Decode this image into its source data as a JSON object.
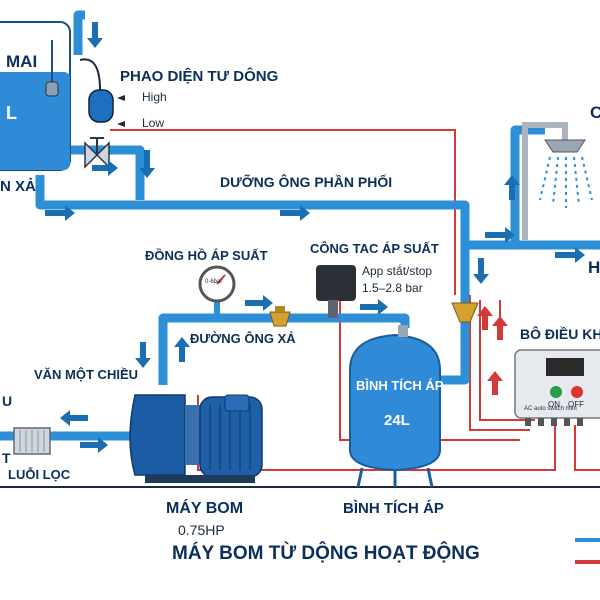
{
  "tank": {
    "name_part": "MAI",
    "volume_part": "L",
    "drain_part": "N XẢ"
  },
  "float_switch": {
    "label": "PHAO DIỆN TƯ DÔNG",
    "high": "High",
    "low": "Low"
  },
  "distribution_pipe": {
    "label": "DƯỠNG ÔNG PHẦN PHỐI"
  },
  "pressure_gauge": {
    "label": "ĐỒNG HỒ ÁP SUẤT",
    "dial_text": "0-6bar"
  },
  "pressure_switch": {
    "label": "CÔNG TAC ÁP SUẤT",
    "line1": "App stắt/stop",
    "line2": "1.5–2.8 bar"
  },
  "outlet_pipe": {
    "label": "ĐƯỜNG ÔNG XẢ"
  },
  "check_valve": {
    "label": "VĂN MỘT CHIỀU"
  },
  "pressure_tank": {
    "title": "BÌNH TÍCH ÁP",
    "volume": "24L",
    "caption": "BÌNH TÍCH ÁP"
  },
  "controller": {
    "label": "BÔ ĐIỀU KH",
    "on": "ON",
    "off": "OFF",
    "model": "AC auto switch mini"
  },
  "pump": {
    "caption": "MÁY BOM",
    "power": "0.75HP"
  },
  "strainer": {
    "label": "LUỖI LỌC",
    "side_left": "U",
    "side_letter": "T"
  },
  "house": {
    "letter": "H"
  },
  "shower": {
    "letter": "C"
  },
  "title": "MÁY BOM TỪ DỘNG HOẠT ĐỘNG",
  "colors": {
    "pipe": "#2d8fd6",
    "pipe_dark": "#1b6fb0",
    "wire": "#d23a3a",
    "tank": "#2f8ad8",
    "label": "#0b2f5a"
  }
}
